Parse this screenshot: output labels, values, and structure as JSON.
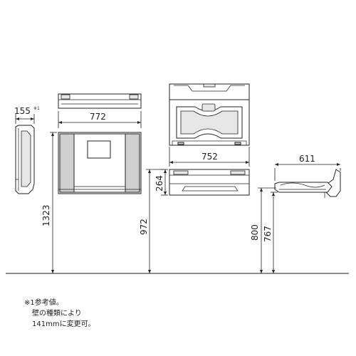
{
  "dimensions": {
    "top_view_width": "772",
    "side_view_projection": "155",
    "side_view_projection_mark": "※1",
    "front_view_height": "1323",
    "open_view_width": "752",
    "open_view_depth": "264",
    "open_view_height": "972",
    "side_open_length": "611",
    "side_open_height_a": "800",
    "side_open_height_b": "767"
  },
  "note": {
    "mark": "※1",
    "line1": "参考値。",
    "line2": "壁の種類により",
    "line3": "141mmに変更可。"
  }
}
